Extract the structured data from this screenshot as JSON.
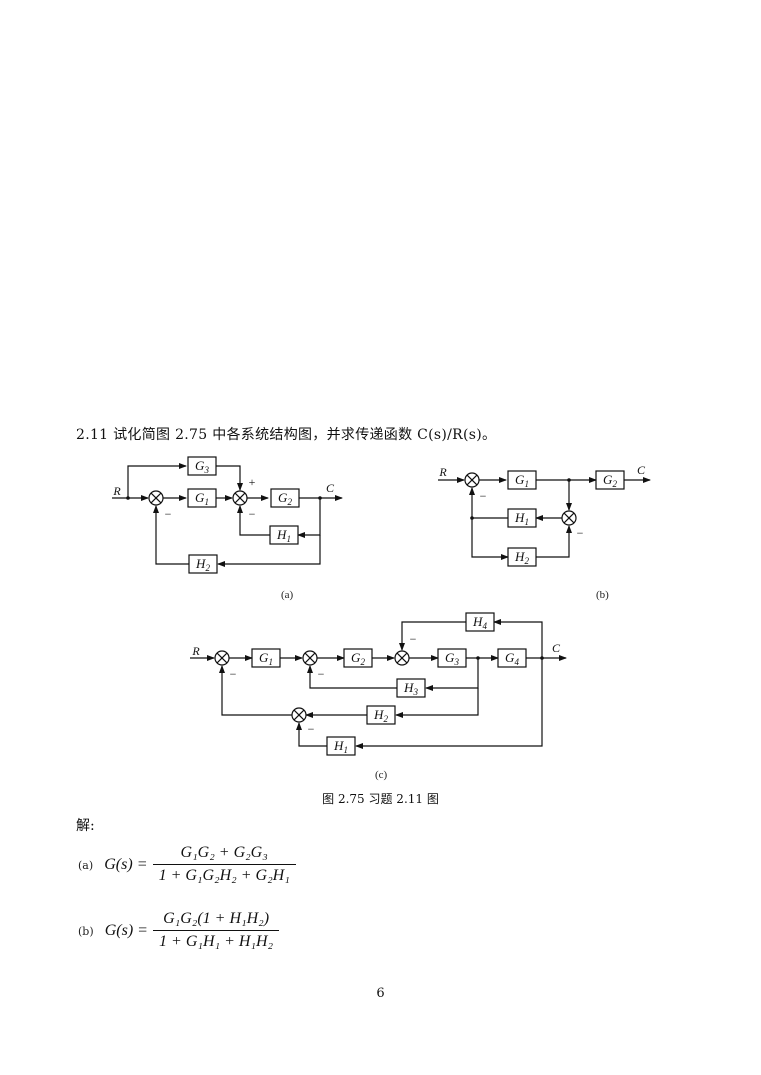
{
  "problem": {
    "text": "2.11   试化简图 2.75 中各系统结构图，并求传递函数 C(s)/R(s)。"
  },
  "diagram_a": {
    "caption": "(a)",
    "input": "R",
    "output": "C",
    "blocks": [
      "G3",
      "G1",
      "G2",
      "H1",
      "H2"
    ],
    "signs": [
      "+",
      "−",
      "−"
    ]
  },
  "diagram_b": {
    "caption": "(b)",
    "input": "R",
    "output": "C",
    "blocks": [
      "G1",
      "G2",
      "H1",
      "H2"
    ],
    "signs": [
      "−",
      "−"
    ]
  },
  "diagram_c": {
    "caption": "(c)",
    "input": "R",
    "output": "C",
    "blocks": [
      "G1",
      "G2",
      "G3",
      "G4",
      "H1",
      "H2",
      "H3",
      "H4"
    ],
    "signs": [
      "−",
      "−",
      "−",
      "−"
    ]
  },
  "figure_caption": "图 2.75  习题 2.11 图",
  "solution_label": "解:",
  "equations": {
    "a": {
      "tag": "(a)",
      "lhs": "G(s) =",
      "numerator": "G₁G₂ + G₂G₃",
      "denominator": "1 + G₁G₂H₂ + G₂H₁"
    },
    "b": {
      "tag": "(b)",
      "lhs": "G(s) =",
      "numerator": "G₁G₂(1 + H₁H₂)",
      "denominator": "1 + G₁H₁ + H₁H₂"
    }
  },
  "page_number": "6"
}
